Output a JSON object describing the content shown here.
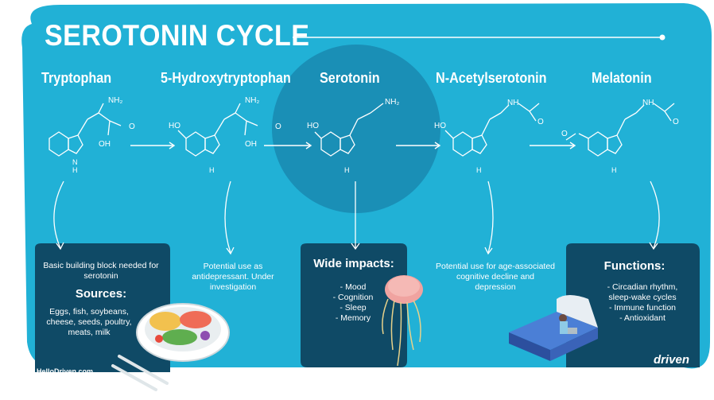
{
  "title": "SEROTONIN CYCLE",
  "molecules": [
    {
      "name": "Tryptophan"
    },
    {
      "name": "5-Hydroxytryptophan"
    },
    {
      "name": "Serotonin"
    },
    {
      "name": "N-Acetylserotonin"
    },
    {
      "name": "Melatonin"
    }
  ],
  "chem_labels": {
    "nh2": "NH₂",
    "nh": "NH",
    "n_h": "H",
    "oh": "OH",
    "ho": "HO",
    "o": "O"
  },
  "tryptophan_panel": {
    "description": "Basic building block needed for serotonin",
    "sources_heading": "Sources:",
    "sources_text": "Eggs, fish, soybeans, cheese, seeds, poultry, meats, milk"
  },
  "hydroxy_note": "Potential use as antidepressant. Under investigation",
  "serotonin_panel": {
    "heading": "Wide impacts:",
    "items": [
      "- Mood",
      "- Cognition",
      "- Sleep",
      "- Memory"
    ]
  },
  "acetyl_note": "Potential use for age-associated cognitive decline and depression",
  "melatonin_panel": {
    "heading": "Functions:",
    "items": [
      "- Circadian rhythm, sleep-wake cycles",
      "- Immune function",
      "- Antioxidant"
    ]
  },
  "footer": {
    "website": "HelloDriven.com",
    "brand": "driven"
  },
  "colors": {
    "background": "#21b1d6",
    "circle": "#1a8fb6",
    "panel": "#0f4a66",
    "text": "#ffffff"
  }
}
